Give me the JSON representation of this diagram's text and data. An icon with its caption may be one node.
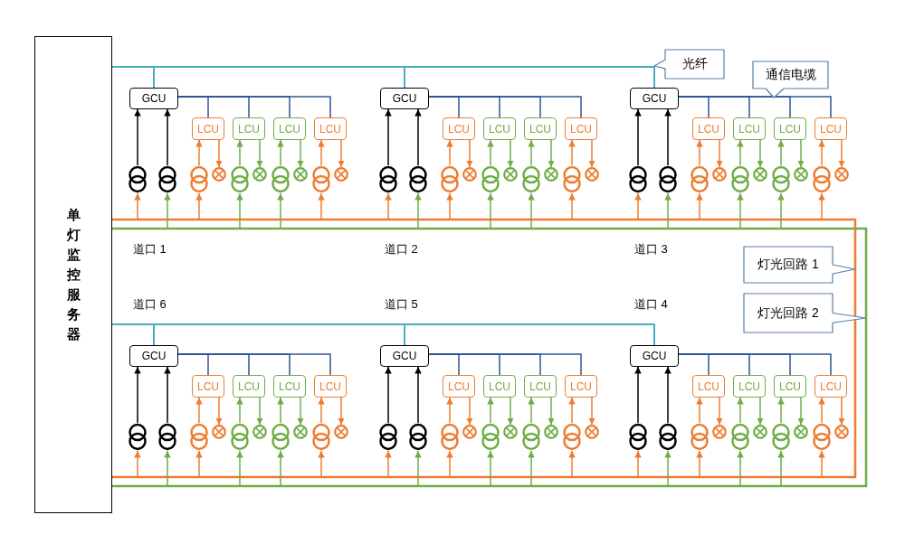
{
  "diagram": {
    "nodes": [
      {
        "text": [
          "单灯监控服务器"
        ]
      },
      {
        "text": [
          "GCU"
        ]
      },
      {
        "text": [
          "LCU"
        ]
      },
      {
        "text": [
          "LCU"
        ]
      },
      {
        "text": [
          "LCU"
        ]
      },
      {
        "text": [
          "LCU"
        ]
      },
      {
        "text": [],
        "shape": "transformer"
      },
      {
        "text": [],
        "shape": "transformer"
      },
      {
        "text": [],
        "shape": "transformer"
      },
      {
        "text": [],
        "shape": "lamp"
      },
      {
        "text": [],
        "shape": "transformer"
      },
      {
        "text": [],
        "shape": "lamp"
      },
      {
        "text": [],
        "shape": "transformer"
      },
      {
        "text": [],
        "shape": "lamp"
      },
      {
        "text": [],
        "shape": "transformer"
      },
      {
        "text": [],
        "shape": "lamp"
      },
      {
        "text": [
          "GCU"
        ]
      },
      {
        "text": [
          "LCU"
        ]
      },
      {
        "text": [
          "LCU"
        ]
      },
      {
        "text": [
          "LCU"
        ]
      },
      {
        "text": [
          "LCU"
        ]
      },
      {
        "text": [],
        "shape": "transformer"
      },
      {
        "text": [],
        "shape": "transformer"
      },
      {
        "text": [],
        "shape": "transformer"
      },
      {
        "text": [],
        "shape": "lamp"
      },
      {
        "text": [],
        "shape": "transformer"
      },
      {
        "text": [],
        "shape": "lamp"
      },
      {
        "text": [],
        "shape": "transformer"
      },
      {
        "text": [],
        "shape": "lamp"
      },
      {
        "text": [],
        "shape": "transformer"
      },
      {
        "text": [],
        "shape": "lamp"
      },
      {
        "text": [
          "GCU"
        ]
      },
      {
        "text": [
          "LCU"
        ]
      },
      {
        "text": [
          "LCU"
        ]
      },
      {
        "text": [
          "LCU"
        ]
      },
      {
        "text": [
          "LCU"
        ]
      },
      {
        "text": [],
        "shape": "transformer"
      },
      {
        "text": [],
        "shape": "transformer"
      },
      {
        "text": [],
        "shape": "transformer"
      },
      {
        "text": [],
        "shape": "lamp"
      },
      {
        "text": [],
        "shape": "transformer"
      },
      {
        "text": [],
        "shape": "lamp"
      },
      {
        "text": [],
        "shape": "transformer"
      },
      {
        "text": [],
        "shape": "lamp"
      },
      {
        "text": [],
        "shape": "transformer"
      },
      {
        "text": [],
        "shape": "lamp"
      },
      {
        "text": [
          "GCU"
        ]
      },
      {
        "text": [
          "LCU"
        ]
      },
      {
        "text": [
          "LCU"
        ]
      },
      {
        "text": [
          "LCU"
        ]
      },
      {
        "text": [
          "LCU"
        ]
      },
      {
        "text": [],
        "shape": "transformer"
      },
      {
        "text": [],
        "shape": "transformer"
      },
      {
        "text": [],
        "shape": "transformer"
      },
      {
        "text": [],
        "shape": "lamp"
      },
      {
        "text": [],
        "shape": "transformer"
      },
      {
        "text": [],
        "shape": "lamp"
      },
      {
        "text": [],
        "shape": "transformer"
      },
      {
        "text": [],
        "shape": "lamp"
      },
      {
        "text": [],
        "shape": "transformer"
      },
      {
        "text": [],
        "shape": "lamp"
      },
      {
        "text": [
          "GCU"
        ]
      },
      {
        "text": [
          "LCU"
        ]
      },
      {
        "text": [
          "LCU"
        ]
      },
      {
        "text": [
          "LCU"
        ]
      },
      {
        "text": [
          "LCU"
        ]
      },
      {
        "text": [],
        "shape": "transformer"
      },
      {
        "text": [],
        "shape": "transformer"
      },
      {
        "text": [],
        "shape": "transformer"
      },
      {
        "text": [],
        "shape": "lamp"
      },
      {
        "text": [],
        "shape": "transformer"
      },
      {
        "text": [],
        "shape": "lamp"
      },
      {
        "text": [],
        "shape": "transformer"
      },
      {
        "text": [],
        "shape": "lamp"
      },
      {
        "text": [],
        "shape": "transformer"
      },
      {
        "text": [],
        "shape": "lamp"
      },
      {
        "text": [
          "GCU"
        ]
      },
      {
        "text": [
          "LCU"
        ]
      },
      {
        "text": [
          "LCU"
        ]
      },
      {
        "text": [
          "LCU"
        ]
      },
      {
        "text": [
          "LCU"
        ]
      },
      {
        "text": [],
        "shape": "transformer"
      },
      {
        "text": [],
        "shape": "transformer"
      },
      {
        "text": [],
        "shape": "transformer"
      },
      {
        "text": [],
        "shape": "lamp"
      },
      {
        "text": [],
        "shape": "transformer"
      },
      {
        "text": [],
        "shape": "lamp"
      },
      {
        "text": [],
        "shape": "transformer"
      },
      {
        "text": [],
        "shape": "lamp"
      },
      {
        "text": [],
        "shape": "transformer"
      },
      {
        "text": [],
        "shape": "lamp"
      },
      {
        "text": [
          "光纤"
        ]
      },
      {
        "text": [
          "通信电缆"
        ]
      },
      {
        "text": [
          "灯光回路 1"
        ]
      },
      {
        "text": [
          "灯光回路 2"
        ]
      }
    ],
    "edges": [
      {
        "from": 0,
        "to": 1,
        "arrow": "none",
        "color": "#4bacc6"
      },
      {
        "from": 0,
        "to": 16,
        "arrow": "none",
        "color": "#4bacc6"
      },
      {
        "from": 0,
        "to": 31,
        "arrow": "none",
        "color": "#4bacc6"
      },
      {
        "from": 0,
        "to": 46,
        "arrow": "none",
        "color": "#4bacc6"
      },
      {
        "from": 0,
        "to": 61,
        "arrow": "none",
        "color": "#4bacc6"
      },
      {
        "from": 0,
        "to": 76,
        "arrow": "none",
        "color": "#4bacc6"
      },
      {
        "from": 1,
        "to": 2,
        "arrow": "none",
        "color": "#2f5597"
      },
      {
        "from": 1,
        "to": 3,
        "arrow": "none",
        "color": "#2f5597"
      },
      {
        "from": 1,
        "to": 4,
        "arrow": "none",
        "color": "#2f5597"
      },
      {
        "from": 1,
        "to": 5,
        "arrow": "none",
        "color": "#2f5597"
      },
      {
        "from": 6,
        "to": 1,
        "arrow": "to",
        "color": "#000000"
      },
      {
        "from": 7,
        "to": 1,
        "arrow": "to",
        "color": "#000000"
      },
      {
        "from": 8,
        "to": 2,
        "arrow": "to",
        "color": "#ed7d31"
      },
      {
        "from": 2,
        "to": 9,
        "arrow": "to",
        "color": "#ed7d31"
      },
      {
        "from": 10,
        "to": 3,
        "arrow": "to",
        "color": "#70ad47"
      },
      {
        "from": 3,
        "to": 11,
        "arrow": "to",
        "color": "#70ad47"
      },
      {
        "from": 12,
        "to": 4,
        "arrow": "to",
        "color": "#70ad47"
      },
      {
        "from": 4,
        "to": 13,
        "arrow": "to",
        "color": "#70ad47"
      },
      {
        "from": 14,
        "to": 5,
        "arrow": "to",
        "color": "#ed7d31"
      },
      {
        "from": 5,
        "to": 15,
        "arrow": "to",
        "color": "#ed7d31"
      },
      {
        "from": null,
        "to": 6,
        "arrow": "to",
        "color": "#ed7d31"
      },
      {
        "from": null,
        "to": 7,
        "arrow": "to",
        "color": "#70ad47"
      },
      {
        "from": null,
        "to": 8,
        "arrow": "to",
        "color": "#ed7d31"
      },
      {
        "from": null,
        "to": 10,
        "arrow": "to",
        "color": "#70ad47"
      },
      {
        "from": null,
        "to": 12,
        "arrow": "to",
        "color": "#70ad47"
      },
      {
        "from": null,
        "to": 14,
        "arrow": "to",
        "color": "#ed7d31"
      },
      {
        "from": 16,
        "to": 17,
        "arrow": "none",
        "color": "#2f5597"
      },
      {
        "from": 16,
        "to": 18,
        "arrow": "none",
        "color": "#2f5597"
      },
      {
        "from": 16,
        "to": 19,
        "arrow": "none",
        "color": "#2f5597"
      },
      {
        "from": 16,
        "to": 20,
        "arrow": "none",
        "color": "#2f5597"
      },
      {
        "from": 21,
        "to": 16,
        "arrow": "to",
        "color": "#000000"
      },
      {
        "from": 22,
        "to": 16,
        "arrow": "to",
        "color": "#000000"
      },
      {
        "from": 23,
        "to": 17,
        "arrow": "to",
        "color": "#ed7d31"
      },
      {
        "from": 17,
        "to": 24,
        "arrow": "to",
        "color": "#ed7d31"
      },
      {
        "from": 25,
        "to": 18,
        "arrow": "to",
        "color": "#70ad47"
      },
      {
        "from": 18,
        "to": 26,
        "arrow": "to",
        "color": "#70ad47"
      },
      {
        "from": 27,
        "to": 19,
        "arrow": "to",
        "color": "#70ad47"
      },
      {
        "from": 19,
        "to": 28,
        "arrow": "to",
        "color": "#70ad47"
      },
      {
        "from": 29,
        "to": 20,
        "arrow": "to",
        "color": "#ed7d31"
      },
      {
        "from": 20,
        "to": 30,
        "arrow": "to",
        "color": "#ed7d31"
      },
      {
        "from": null,
        "to": 21,
        "arrow": "to",
        "color": "#ed7d31"
      },
      {
        "from": null,
        "to": 22,
        "arrow": "to",
        "color": "#70ad47"
      },
      {
        "from": null,
        "to": 23,
        "arrow": "to",
        "color": "#ed7d31"
      },
      {
        "from": null,
        "to": 25,
        "arrow": "to",
        "color": "#70ad47"
      },
      {
        "from": null,
        "to": 27,
        "arrow": "to",
        "color": "#70ad47"
      },
      {
        "from": null,
        "to": 29,
        "arrow": "to",
        "color": "#ed7d31"
      },
      {
        "from": 31,
        "to": 32,
        "arrow": "none",
        "color": "#2f5597"
      },
      {
        "from": 31,
        "to": 33,
        "arrow": "none",
        "color": "#2f5597"
      },
      {
        "from": 31,
        "to": 34,
        "arrow": "none",
        "color": "#2f5597"
      },
      {
        "from": 31,
        "to": 35,
        "arrow": "none",
        "color": "#2f5597"
      },
      {
        "from": 36,
        "to": 31,
        "arrow": "to",
        "color": "#000000"
      },
      {
        "from": 37,
        "to": 31,
        "arrow": "to",
        "color": "#000000"
      },
      {
        "from": 38,
        "to": 32,
        "arrow": "to",
        "color": "#ed7d31"
      },
      {
        "from": 32,
        "to": 39,
        "arrow": "to",
        "color": "#ed7d31"
      },
      {
        "from": 40,
        "to": 33,
        "arrow": "to",
        "color": "#70ad47"
      },
      {
        "from": 33,
        "to": 41,
        "arrow": "to",
        "color": "#70ad47"
      },
      {
        "from": 42,
        "to": 34,
        "arrow": "to",
        "color": "#70ad47"
      },
      {
        "from": 34,
        "to": 43,
        "arrow": "to",
        "color": "#70ad47"
      },
      {
        "from": 44,
        "to": 35,
        "arrow": "to",
        "color": "#ed7d31"
      },
      {
        "from": 35,
        "to": 45,
        "arrow": "to",
        "color": "#ed7d31"
      },
      {
        "from": null,
        "to": 36,
        "arrow": "to",
        "color": "#ed7d31"
      },
      {
        "from": null,
        "to": 37,
        "arrow": "to",
        "color": "#70ad47"
      },
      {
        "from": null,
        "to": 38,
        "arrow": "to",
        "color": "#ed7d31"
      },
      {
        "from": null,
        "to": 40,
        "arrow": "to",
        "color": "#70ad47"
      },
      {
        "from": null,
        "to": 42,
        "arrow": "to",
        "color": "#70ad47"
      },
      {
        "from": null,
        "to": 44,
        "arrow": "to",
        "color": "#ed7d31"
      },
      {
        "from": 46,
        "to": 47,
        "arrow": "none",
        "color": "#2f5597"
      },
      {
        "from": 46,
        "to": 48,
        "arrow": "none",
        "color": "#2f5597"
      },
      {
        "from": 46,
        "to": 49,
        "arrow": "none",
        "color": "#2f5597"
      },
      {
        "from": 46,
        "to": 50,
        "arrow": "none",
        "color": "#2f5597"
      },
      {
        "from": 51,
        "to": 46,
        "arrow": "to",
        "color": "#000000"
      },
      {
        "from": 52,
        "to": 46,
        "arrow": "to",
        "color": "#000000"
      },
      {
        "from": 53,
        "to": 47,
        "arrow": "to",
        "color": "#ed7d31"
      },
      {
        "from": 47,
        "to": 54,
        "arrow": "to",
        "color": "#ed7d31"
      },
      {
        "from": 55,
        "to": 48,
        "arrow": "to",
        "color": "#70ad47"
      },
      {
        "from": 48,
        "to": 56,
        "arrow": "to",
        "color": "#70ad47"
      },
      {
        "from": 57,
        "to": 49,
        "arrow": "to",
        "color": "#70ad47"
      },
      {
        "from": 49,
        "to": 58,
        "arrow": "to",
        "color": "#70ad47"
      },
      {
        "from": 59,
        "to": 50,
        "arrow": "to",
        "color": "#ed7d31"
      },
      {
        "from": 50,
        "to": 60,
        "arrow": "to",
        "color": "#ed7d31"
      },
      {
        "from": null,
        "to": 51,
        "arrow": "to",
        "color": "#ed7d31"
      },
      {
        "from": null,
        "to": 52,
        "arrow": "to",
        "color": "#70ad47"
      },
      {
        "from": null,
        "to": 53,
        "arrow": "to",
        "color": "#ed7d31"
      },
      {
        "from": null,
        "to": 55,
        "arrow": "to",
        "color": "#70ad47"
      },
      {
        "from": null,
        "to": 57,
        "arrow": "to",
        "color": "#70ad47"
      },
      {
        "from": null,
        "to": 59,
        "arrow": "to",
        "color": "#ed7d31"
      },
      {
        "from": 61,
        "to": 62,
        "arrow": "none",
        "color": "#2f5597"
      },
      {
        "from": 61,
        "to": 63,
        "arrow": "none",
        "color": "#2f5597"
      },
      {
        "from": 61,
        "to": 64,
        "arrow": "none",
        "color": "#2f5597"
      },
      {
        "from": 61,
        "to": 65,
        "arrow": "none",
        "color": "#2f5597"
      },
      {
        "from": 66,
        "to": 61,
        "arrow": "to",
        "color": "#000000"
      },
      {
        "from": 67,
        "to": 61,
        "arrow": "to",
        "color": "#000000"
      },
      {
        "from": 68,
        "to": 62,
        "arrow": "to",
        "color": "#ed7d31"
      },
      {
        "from": 62,
        "to": 69,
        "arrow": "to",
        "color": "#ed7d31"
      },
      {
        "from": 70,
        "to": 63,
        "arrow": "to",
        "color": "#70ad47"
      },
      {
        "from": 63,
        "to": 71,
        "arrow": "to",
        "color": "#70ad47"
      },
      {
        "from": 72,
        "to": 64,
        "arrow": "to",
        "color": "#70ad47"
      },
      {
        "from": 64,
        "to": 73,
        "arrow": "to",
        "color": "#70ad47"
      },
      {
        "from": 74,
        "to": 65,
        "arrow": "to",
        "color": "#ed7d31"
      },
      {
        "from": 65,
        "to": 75,
        "arrow": "to",
        "color": "#ed7d31"
      },
      {
        "from": null,
        "to": 66,
        "arrow": "to",
        "color": "#ed7d31"
      },
      {
        "from": null,
        "to": 67,
        "arrow": "to",
        "color": "#70ad47"
      },
      {
        "from": null,
        "to": 68,
        "arrow": "to",
        "color": "#ed7d31"
      },
      {
        "from": null,
        "to": 70,
        "arrow": "to",
        "color": "#70ad47"
      },
      {
        "from": null,
        "to": 72,
        "arrow": "to",
        "color": "#70ad47"
      },
      {
        "from": null,
        "to": 74,
        "arrow": "to",
        "color": "#ed7d31"
      },
      {
        "from": 76,
        "to": 77,
        "arrow": "none",
        "color": "#2f5597"
      },
      {
        "from": 76,
        "to": 78,
        "arrow": "none",
        "color": "#2f5597"
      },
      {
        "from": 76,
        "to": 79,
        "arrow": "none",
        "color": "#2f5597"
      },
      {
        "from": 76,
        "to": 80,
        "arrow": "none",
        "color": "#2f5597"
      },
      {
        "from": 81,
        "to": 76,
        "arrow": "to",
        "color": "#000000"
      },
      {
        "from": 82,
        "to": 76,
        "arrow": "to",
        "color": "#000000"
      },
      {
        "from": 83,
        "to": 77,
        "arrow": "to",
        "color": "#ed7d31"
      },
      {
        "from": 77,
        "to": 84,
        "arrow": "to",
        "color": "#ed7d31"
      },
      {
        "from": 85,
        "to": 78,
        "arrow": "to",
        "color": "#70ad47"
      },
      {
        "from": 78,
        "to": 86,
        "arrow": "to",
        "color": "#70ad47"
      },
      {
        "from": 87,
        "to": 79,
        "arrow": "to",
        "color": "#70ad47"
      },
      {
        "from": 79,
        "to": 88,
        "arrow": "to",
        "color": "#70ad47"
      },
      {
        "from": 89,
        "to": 80,
        "arrow": "to",
        "color": "#ed7d31"
      },
      {
        "from": 80,
        "to": 90,
        "arrow": "to",
        "color": "#ed7d31"
      },
      {
        "from": null,
        "to": 81,
        "arrow": "to",
        "color": "#ed7d31"
      },
      {
        "from": null,
        "to": 82,
        "arrow": "to",
        "color": "#70ad47"
      },
      {
        "from": null,
        "to": 83,
        "arrow": "to",
        "color": "#ed7d31"
      },
      {
        "from": null,
        "to": 85,
        "arrow": "to",
        "color": "#70ad47"
      },
      {
        "from": null,
        "to": 87,
        "arrow": "to",
        "color": "#70ad47"
      },
      {
        "from": null,
        "to": 89,
        "arrow": "to",
        "color": "#ed7d31"
      }
    ],
    "labels": [
      "道口 1",
      "道口 2",
      "道口 3",
      "道口 6",
      "道口 5",
      "道口 4"
    ]
  }
}
